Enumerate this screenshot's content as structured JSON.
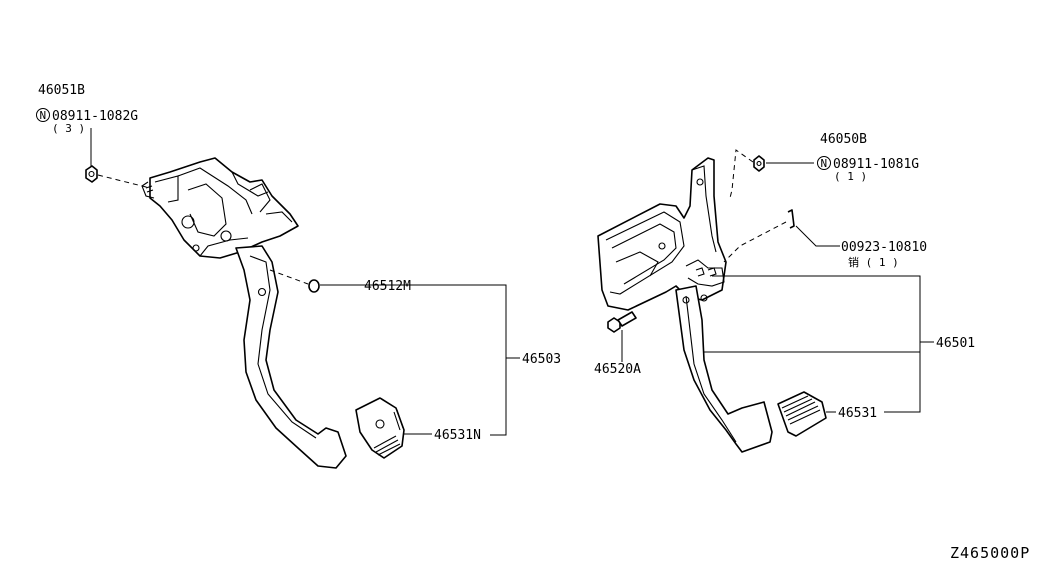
{
  "labels": {
    "l_46051B": "46051B",
    "l_08911_1082G": "08911-1082G",
    "l_qty3": "( 3 )",
    "l_46050B": "46050B",
    "l_08911_1081G": "08911-1081G",
    "l_qty1a": "( 1 )",
    "l_00923_10810": "00923-10810",
    "l_pin": "销  ( 1 )",
    "l_46512M": "46512M",
    "l_46503": "46503",
    "l_46531N": "46531N",
    "l_46520A": "46520A",
    "l_46501": "46501",
    "l_46531": "46531",
    "n_symbol_left": "N",
    "n_symbol_right": "N",
    "ref_code": "Z465000P"
  }
}
